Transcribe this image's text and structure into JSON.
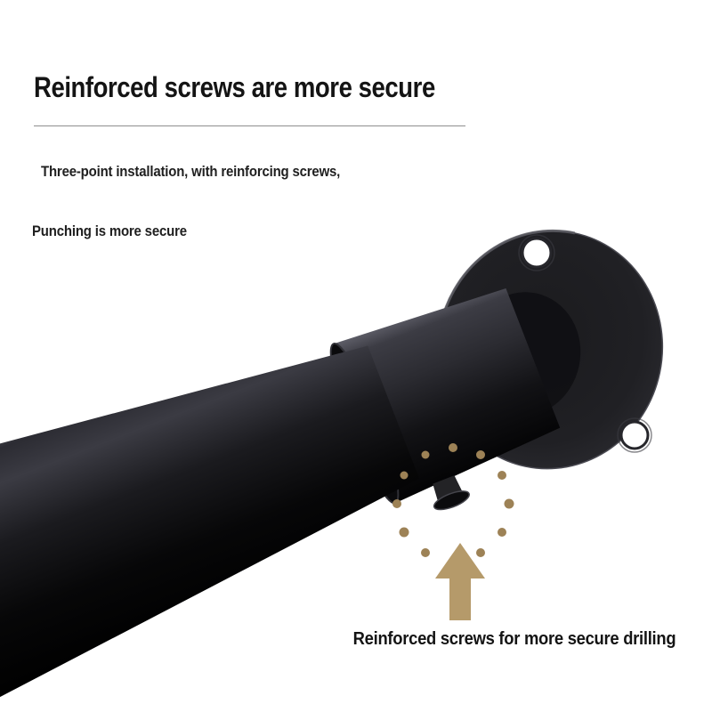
{
  "colors": {
    "background": "#ffffff",
    "title_text": "#141414",
    "body_text": "#1f1f1f",
    "divider": "#8f8f8f",
    "accent": "#b59a6a",
    "dot": "#9d8256",
    "metal_dark": "#000000",
    "metal_mid": "#2b2b31"
  },
  "header": {
    "title": "Reinforced screws are more secure",
    "subtitle_line1": "Three-point installation, with reinforcing screws,",
    "subtitle_line2": "Punching is more secure"
  },
  "caption": "Reinforced screws for more secure drilling",
  "icons": {
    "up_arrow": "▲",
    "highlight_dots": "dotted-circle"
  }
}
